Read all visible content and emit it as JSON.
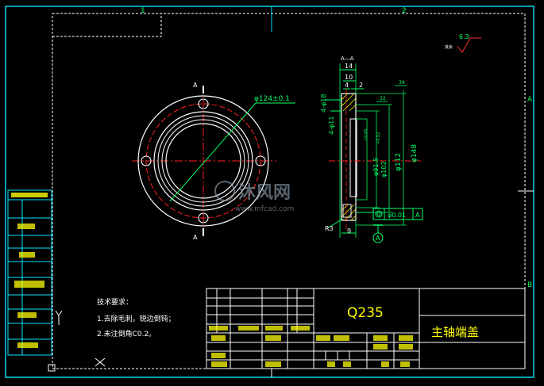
{
  "section_label": "A—A",
  "section_mark": "A",
  "surface_roughness": "6.3",
  "surface_roughness_note": "其余",
  "dims": {
    "d_bolt_circle": "φ124±0.1",
    "holes_top": "4-φ18",
    "holes_bot": "4-φ11",
    "t14": "14",
    "t10": "10",
    "t4": "4",
    "t2": "2",
    "r3": "R3",
    "t9": "9",
    "t39": "39",
    "t32": "32",
    "d91": "φ91.5",
    "d102": "φ102",
    "d112": "φ112",
    "d148": "φ148",
    "tol_small_1": "+0.05",
    "tol_small_2": "+0.02",
    "gdt_value": "φ0.01",
    "gdt_datum": "A",
    "datum_label": "A"
  },
  "notes": {
    "heading": "技术要求：",
    "line1": "1.去除毛刺，锐边倒钝；",
    "line2": "2.未注倒角C0.2。"
  },
  "title_block": {
    "material": "Q235",
    "part_name": "主轴端盖"
  },
  "watermark": {
    "brand": "沐风网",
    "url": "www.mfcad.com"
  },
  "frame_marks": {
    "top_1": "1",
    "top_2": "2",
    "right_a": "A",
    "right_b": "B",
    "axis_y": "Y",
    "axis_x": "X"
  },
  "colors": {
    "frame": "#00e5ff",
    "geometry": "#ffffff",
    "dimension": "#00ff66",
    "center": "#ff2020",
    "hatch": "#ffff00",
    "text": "#ffffff",
    "tb_text": "#ffff00",
    "watermark": "#9fb6c9"
  }
}
